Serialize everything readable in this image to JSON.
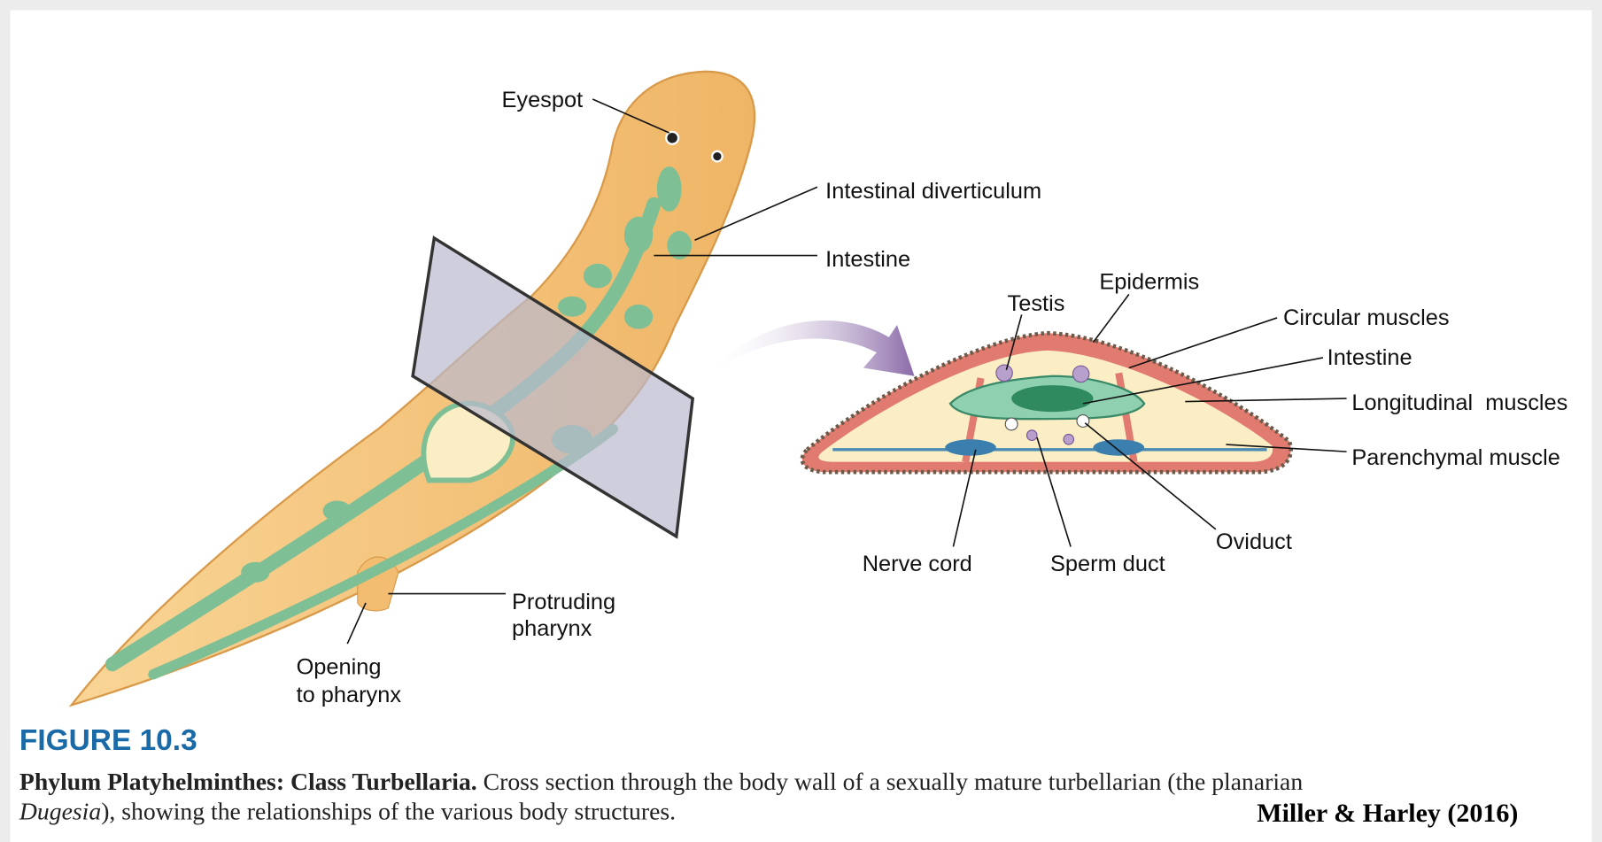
{
  "labels": {
    "eyespot": "Eyespot",
    "intestinal_diverticulum": "Intestinal diverticulum",
    "intestine_worm": "Intestine",
    "protruding_pharynx_1": "Protruding",
    "protruding_pharynx_2": "pharynx",
    "opening_1": "Opening",
    "opening_2": "to pharynx",
    "testis": "Testis",
    "epidermis": "Epidermis",
    "circular_muscles": "Circular muscles",
    "intestine_section": "Intestine",
    "longitudinal_muscles": "Longitudinal  muscles",
    "parenchymal_muscle": "Parenchymal muscle",
    "oviduct": "Oviduct",
    "nerve_cord": "Nerve cord",
    "sperm_duct": "Sperm duct"
  },
  "caption": {
    "figure_number": "FIGURE 10.3",
    "title": "Phylum Platyhelminthes: Class Turbellaria.",
    "text_1": " Cross section through the body wall of a sexually mature turbellarian (the planarian",
    "genus": "Dugesia",
    "text_2": "), showing the relationships of the various body structures.",
    "citation": "Miller & Harley (2016)"
  },
  "colors": {
    "figure_blue": "#1b6aa8",
    "body": "#f6c77e",
    "intestine": "#7fbf95",
    "muscle": "#e27b6f",
    "parenchyma": "#fbeec4"
  }
}
